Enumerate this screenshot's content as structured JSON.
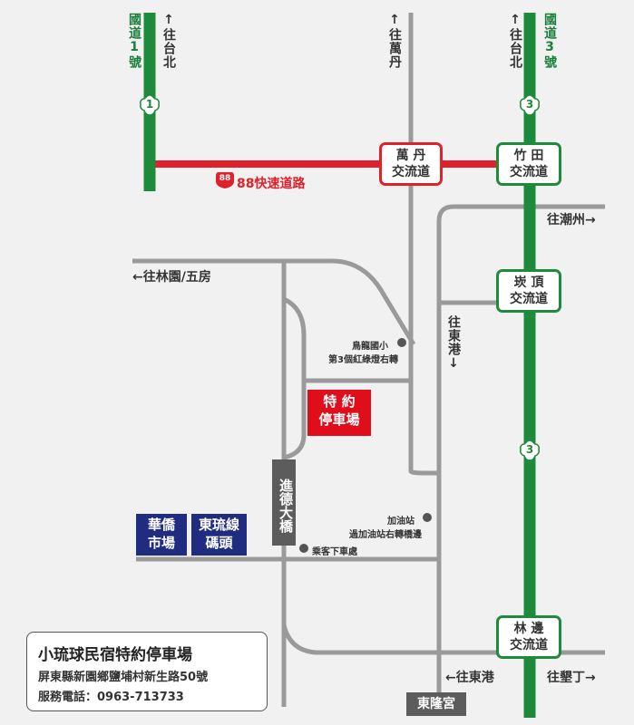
{
  "roads": {
    "freeway1_label": "國道1號",
    "freeway3_label": "國道3號",
    "freeway1_number": "1",
    "freeway3_number": "3",
    "expressway88_label": "88快速道路",
    "expressway88_number": "88"
  },
  "directions": {
    "to_taipei_1": "↑往台北",
    "to_wandan": "↑往萬丹",
    "to_taipei_3": "↑往台北",
    "to_chaozhou": "往潮州→",
    "to_linyuan": "←往林園/五房",
    "to_donggang_v": "往東港↓",
    "to_donggang_h": "←往東港",
    "to_kenting": "往墾丁→"
  },
  "interchanges": {
    "wandan": [
      "萬 丹",
      "交流道"
    ],
    "zhutian": [
      "竹 田",
      "交流道"
    ],
    "tanding": [
      "崁 頂",
      "交流道"
    ],
    "linbian": [
      "林 邊",
      "交流道"
    ]
  },
  "landmarks": {
    "niaolong_school": "鳥龍國小",
    "third_light": "第3個紅綠燈右轉",
    "gas_station": "加油站",
    "after_gas": "過加油站右轉橋邊",
    "passenger_stop": "乘客下車處",
    "parking": [
      "特 約",
      "停車場"
    ],
    "huaqiao_market": [
      "華僑",
      "市場"
    ],
    "donglu_pier": [
      "東琉線",
      "碼頭"
    ],
    "jinde_bridge": "進德大橋",
    "donglong_temple": "東隆宮"
  },
  "info": {
    "title": "小琉球民宿特約停車場",
    "address": "屏東縣新園鄉鹽埔村新生路50號",
    "phone": "服務電話：0963-713733"
  },
  "colors": {
    "freeway": "#1e8a3c",
    "expressway": "#e0202a",
    "road": "#9a9a9a",
    "parking": "#e00d1b",
    "pier": "#202c7f"
  }
}
